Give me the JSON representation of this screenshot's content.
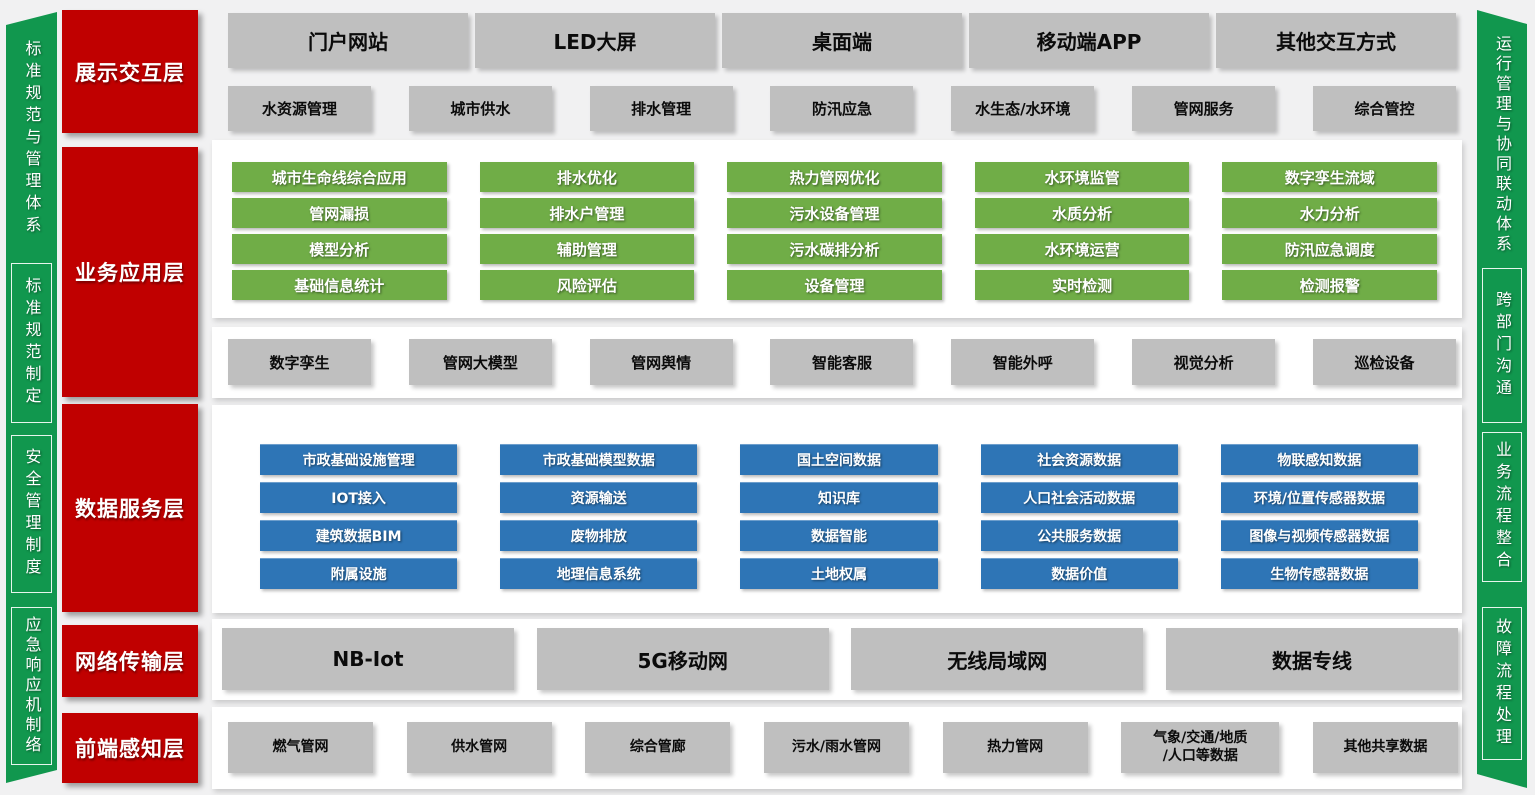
{
  "left_sidebar": {
    "title": "标准规范与管理体系",
    "items": [
      "标准规范制定",
      "安全管理制度",
      "应急响应机制络"
    ]
  },
  "right_sidebar": {
    "title": "运行管理与协同联动体系",
    "items": [
      "跨部门沟通",
      "业务流程整合",
      "故障流程处理"
    ]
  },
  "layers": [
    {
      "label": "展示交互层"
    },
    {
      "label": "业务应用层"
    },
    {
      "label": "数据服务层"
    },
    {
      "label": "网络传输层"
    },
    {
      "label": "前端感知层"
    }
  ],
  "display_layer": {
    "channels": [
      "门户网站",
      "LED大屏",
      "桌面端",
      "移动端APP",
      "其他交互方式"
    ],
    "domains": [
      "水资源管理",
      "城市供水",
      "排水管理",
      "防汛应急",
      "水生态/水环境",
      "管网服务",
      "综合管控"
    ]
  },
  "business_layer": {
    "columns": [
      [
        "城市生命线综合应用",
        "管网漏损",
        "模型分析",
        "基础信息统计"
      ],
      [
        "排水优化",
        "排水户管理",
        "辅助管理",
        "风险评估"
      ],
      [
        "热力管网优化",
        "污水设备管理",
        "污水碳排分析",
        "设备管理"
      ],
      [
        "水环境监管",
        "水质分析",
        "水环境运营",
        "实时检测"
      ],
      [
        "数字孪生流域",
        "水力分析",
        "防汛应急调度",
        "检测报警"
      ]
    ],
    "capabilities": [
      "数字孪生",
      "管网大模型",
      "管网舆情",
      "智能客服",
      "智能外呼",
      "视觉分析",
      "巡检设备"
    ]
  },
  "data_layer": {
    "columns": [
      [
        "市政基础设施管理",
        "IOT接入",
        "建筑数据BIM",
        "附属设施"
      ],
      [
        "市政基础模型数据",
        "资源输送",
        "废物排放",
        "地理信息系统"
      ],
      [
        "国土空间数据",
        "知识库",
        "数据智能",
        "土地权属"
      ],
      [
        "社会资源数据",
        "人口社会活动数据",
        "公共服务数据",
        "数据价值"
      ],
      [
        "物联感知数据",
        "环境/位置传感器数据",
        "图像与视频传感器数据",
        "生物传感器数据"
      ]
    ]
  },
  "network_layer": {
    "items": [
      "NB-Iot",
      "5G移动网",
      "无线局域网",
      "数据专线"
    ]
  },
  "perception_layer": {
    "items": [
      "燃气管网",
      "供水管网",
      "综合管廊",
      "污水/雨水管网",
      "热力管网",
      "气象/交通/地质\n/人口等数据",
      "其他共享数据"
    ]
  },
  "colors": {
    "layer_red": "#c00000",
    "band_green": "#11974e",
    "app_green": "#70ad47",
    "data_blue": "#2e75b6",
    "node_gray": "#bfbfbf",
    "panel_white": "#ffffff",
    "background": "#f1f1f2"
  }
}
